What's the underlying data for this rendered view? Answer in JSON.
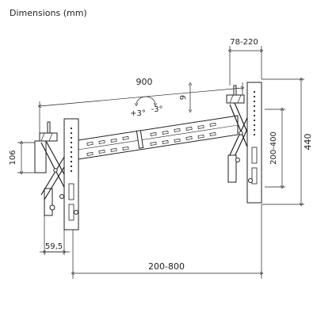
{
  "title": "Dimensions (mm)",
  "labels": {
    "width_total": "900",
    "depth_range": "78-220",
    "height_total": "440",
    "vesa_vertical": "200-400",
    "vesa_horizontal": "200-800",
    "bracket_height": "106",
    "offset_side": "59,5",
    "vertical_adjust": "9",
    "tilt_plus": "+3°",
    "tilt_minus": "-3°"
  },
  "colors": {
    "line": "#222222",
    "stroke_light": "#555555",
    "background": "#ffffff"
  }
}
